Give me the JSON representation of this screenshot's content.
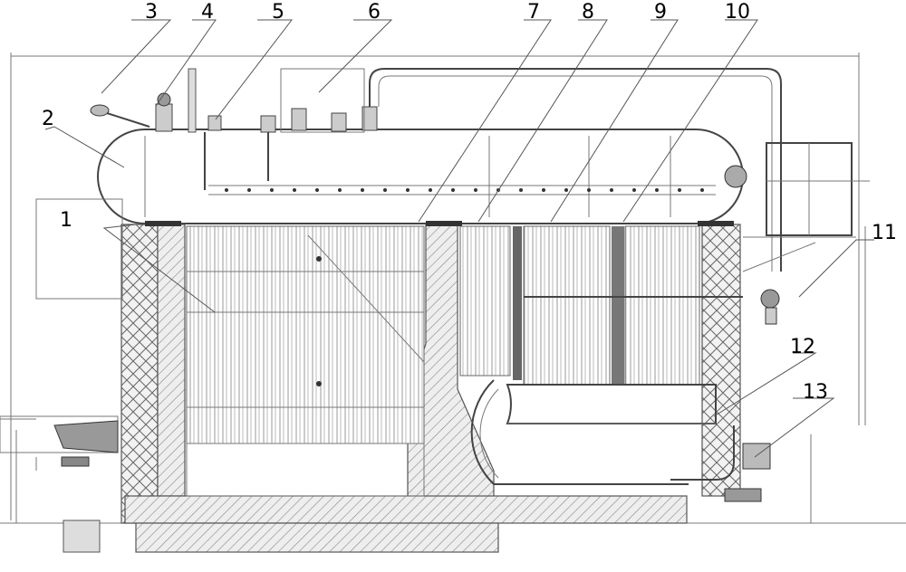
{
  "figure": {
    "callouts": [
      {
        "id": "1",
        "text": "1"
      },
      {
        "id": "2",
        "text": "2"
      },
      {
        "id": "3",
        "text": "3"
      },
      {
        "id": "4",
        "text": "4"
      },
      {
        "id": "5",
        "text": "5"
      },
      {
        "id": "6",
        "text": "6"
      },
      {
        "id": "7",
        "text": "7"
      },
      {
        "id": "8",
        "text": "8"
      },
      {
        "id": "9",
        "text": "9"
      },
      {
        "id": "10",
        "text": "10"
      },
      {
        "id": "11",
        "text": "11"
      },
      {
        "id": "12",
        "text": "12"
      },
      {
        "id": "13",
        "text": "13"
      }
    ],
    "colors": {
      "line": "#555555",
      "background": "#ffffff"
    }
  }
}
